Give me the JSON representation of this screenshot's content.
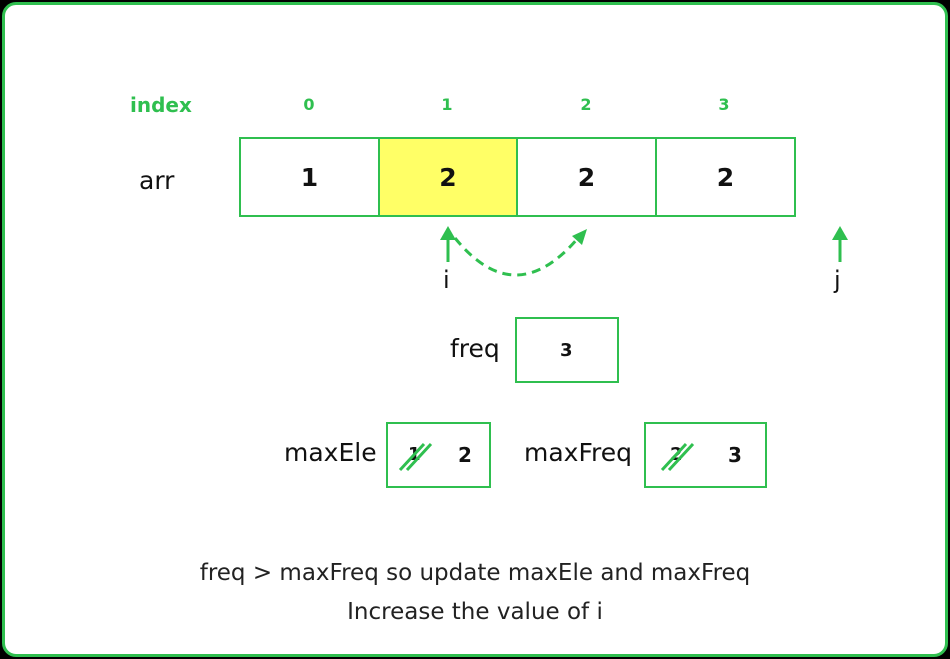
{
  "index_label": "index",
  "indices": [
    "0",
    "1",
    "2",
    "3"
  ],
  "arr_label": "arr",
  "arr_values": [
    "1",
    "2",
    "2",
    "2"
  ],
  "highlight_index": 1,
  "pointers": {
    "i": "i",
    "j": "j"
  },
  "freq": {
    "label": "freq",
    "value": "3"
  },
  "maxEle": {
    "label": "maxEle",
    "old_value": "1",
    "new_value": "2"
  },
  "maxFreq": {
    "label": "maxFreq",
    "old_value": "2",
    "new_value": "3"
  },
  "caption": {
    "line1": "freq > maxFreq so update maxEle and maxFreq",
    "line2": "Increase the value of i"
  },
  "colors": {
    "accent": "#2fbf4f",
    "highlight": "#ffff66",
    "background": "#ffffff",
    "outer": "#000000"
  }
}
